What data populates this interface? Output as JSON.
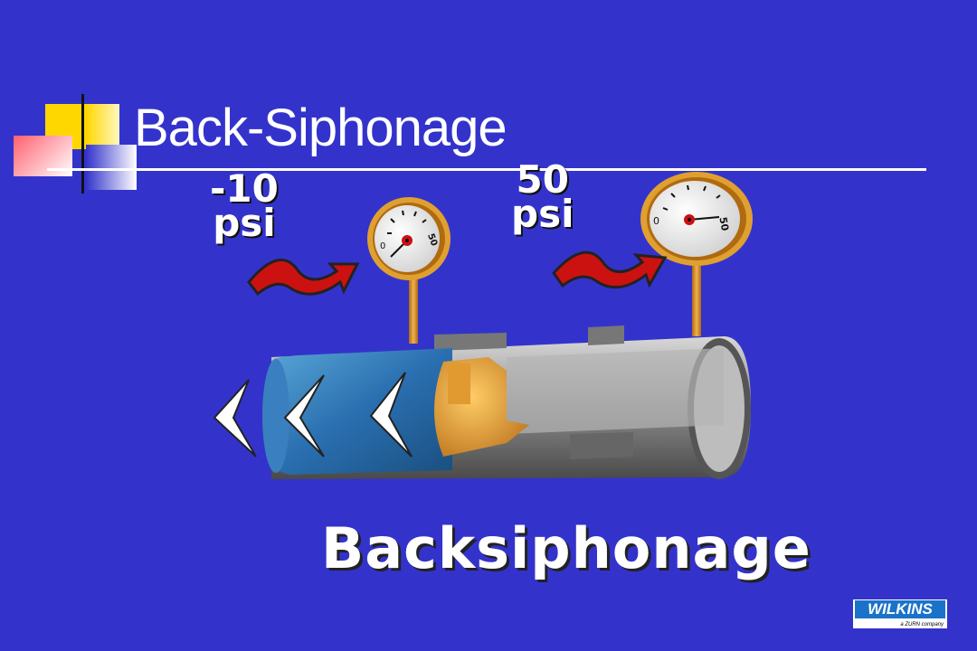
{
  "slide": {
    "title": "Back-Siphonage",
    "caption": "Backsiphonage"
  },
  "gauges": [
    {
      "pressure_value": "-10",
      "pressure_unit": "psi",
      "dial_max_label": "50",
      "dial_min_label": "0"
    },
    {
      "pressure_value": "50",
      "pressure_unit": "psi",
      "dial_max_label": "50",
      "dial_min_label": "0"
    }
  ],
  "logo": {
    "brand": "WILKINS",
    "tagline": "a ZURN company"
  },
  "colors": {
    "background": "#3333cc",
    "arrow": "#cc1111",
    "gauge_rim": "#e0a030",
    "water": "#2a6fb0",
    "pipe": "#8a8a8a"
  }
}
